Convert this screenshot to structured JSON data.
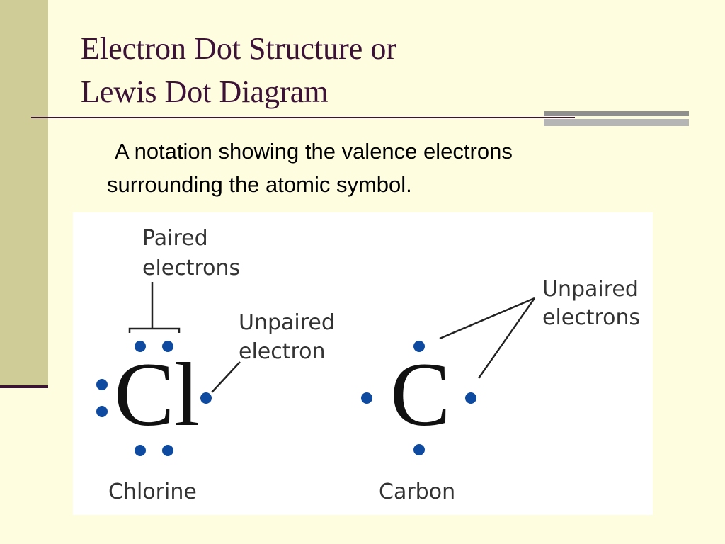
{
  "slide": {
    "title_line1": "Electron Dot Structure or",
    "title_line2": "Lewis Dot Diagram",
    "body_line1": "A notation showing the valence electrons",
    "body_line2": "surrounding the atomic symbol."
  },
  "diagram": {
    "chlorine": {
      "symbol": "Cl",
      "name": "Chlorine",
      "label_paired_line1": "Paired",
      "label_paired_line2": "electrons",
      "label_unpaired_line1": "Unpaired",
      "label_unpaired_line2": "electron"
    },
    "carbon": {
      "symbol": "C",
      "name": "Carbon",
      "label_unpaired_line1": "Unpaired",
      "label_unpaired_line2": "electrons"
    },
    "colors": {
      "electron_dot": "#0d4aa0",
      "title": "#3c1236",
      "sidebar": "#cfcc98",
      "background": "#fefde0"
    }
  }
}
